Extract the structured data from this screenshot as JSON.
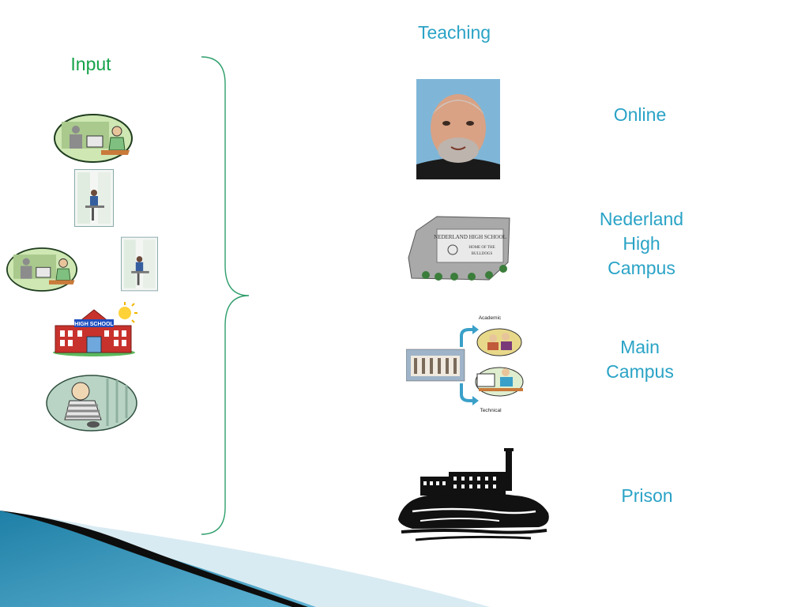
{
  "slide": {
    "teaching_title": "Teaching",
    "input_title": "Input",
    "destinations": {
      "online": "Online",
      "nederland": [
        "Nederland",
        "High",
        "Campus"
      ],
      "main": [
        "Main",
        "Campus"
      ],
      "prison": "Prison"
    },
    "flow": {
      "academic": "Academic",
      "technical": "Technical"
    },
    "school_sign": {
      "name": "NEDERLAND HIGH SCHOOL",
      "sub1": "HOME OF THE",
      "sub2": "BULLDOGS"
    },
    "clipart_school_text": "HIGH SCHOOL"
  },
  "colors": {
    "teal": "#2aa3c6",
    "green": "#16a34a",
    "bracket": "#2e9e6b"
  },
  "icons": [
    "online-class-clipart",
    "student-photo",
    "classroom-clipart",
    "student-photo-2",
    "high-school-building-clipart",
    "prisoner-clipart",
    "teacher-portrait",
    "school-sign-photo",
    "main-campus-diagram",
    "prison-silhouette"
  ]
}
